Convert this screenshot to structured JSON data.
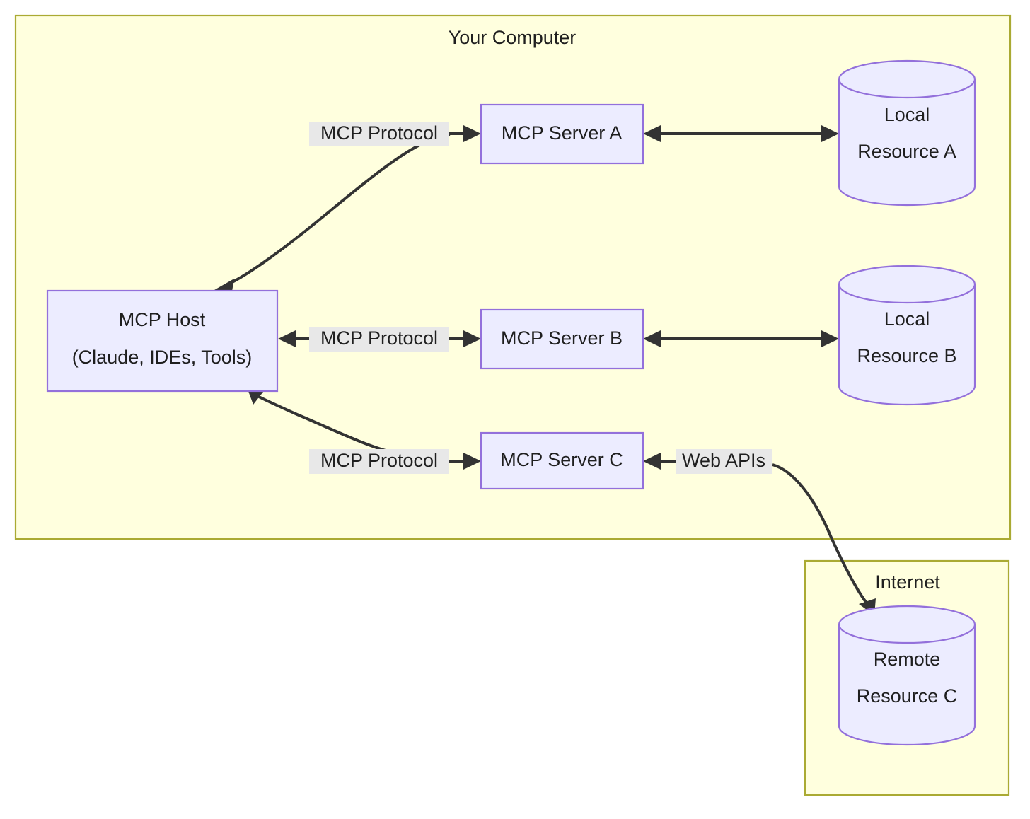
{
  "diagram": {
    "type": "flowchart",
    "clusters": [
      {
        "id": "your-computer",
        "title": "Your Computer"
      },
      {
        "id": "internet",
        "title": "Internet"
      }
    ],
    "nodes": [
      {
        "id": "mcp-host",
        "label_line1": "MCP Host",
        "label_line2": "(Claude, IDEs, Tools)",
        "shape": "rect"
      },
      {
        "id": "mcp-server-a",
        "label": "MCP Server A",
        "shape": "rect"
      },
      {
        "id": "mcp-server-b",
        "label": "MCP Server B",
        "shape": "rect"
      },
      {
        "id": "mcp-server-c",
        "label": "MCP Server C",
        "shape": "rect"
      },
      {
        "id": "local-resource-a",
        "label_line1": "Local",
        "label_line2": "Resource A",
        "shape": "cylinder"
      },
      {
        "id": "local-resource-b",
        "label_line1": "Local",
        "label_line2": "Resource B",
        "shape": "cylinder"
      },
      {
        "id": "remote-resource-c",
        "label_line1": "Remote",
        "label_line2": "Resource C",
        "shape": "cylinder"
      }
    ],
    "edges": [
      {
        "id": "edge-host-server-a",
        "label": "MCP Protocol",
        "from": "mcp-host",
        "to": "mcp-server-a"
      },
      {
        "id": "edge-host-server-b",
        "label": "MCP Protocol",
        "from": "mcp-host",
        "to": "mcp-server-b"
      },
      {
        "id": "edge-host-server-c",
        "label": "MCP Protocol",
        "from": "mcp-host",
        "to": "mcp-server-c"
      },
      {
        "id": "edge-server-c-remote",
        "label": "Web APIs",
        "from": "mcp-server-c",
        "to": "remote-resource-c"
      },
      {
        "id": "edge-server-a-local-a",
        "label": "",
        "from": "mcp-server-a",
        "to": "local-resource-a"
      },
      {
        "id": "edge-server-b-local-b",
        "label": "",
        "from": "mcp-server-b",
        "to": "local-resource-b"
      }
    ],
    "colors": {
      "cluster_fill": "#ffffde",
      "cluster_stroke": "#aaaa33",
      "node_fill": "#ececff",
      "node_stroke": "#9370db",
      "edge_stroke": "#333333",
      "edge_label_bg": "#e8e8e8",
      "text": "#1f1f1f",
      "page_background": "#ffffff"
    }
  }
}
